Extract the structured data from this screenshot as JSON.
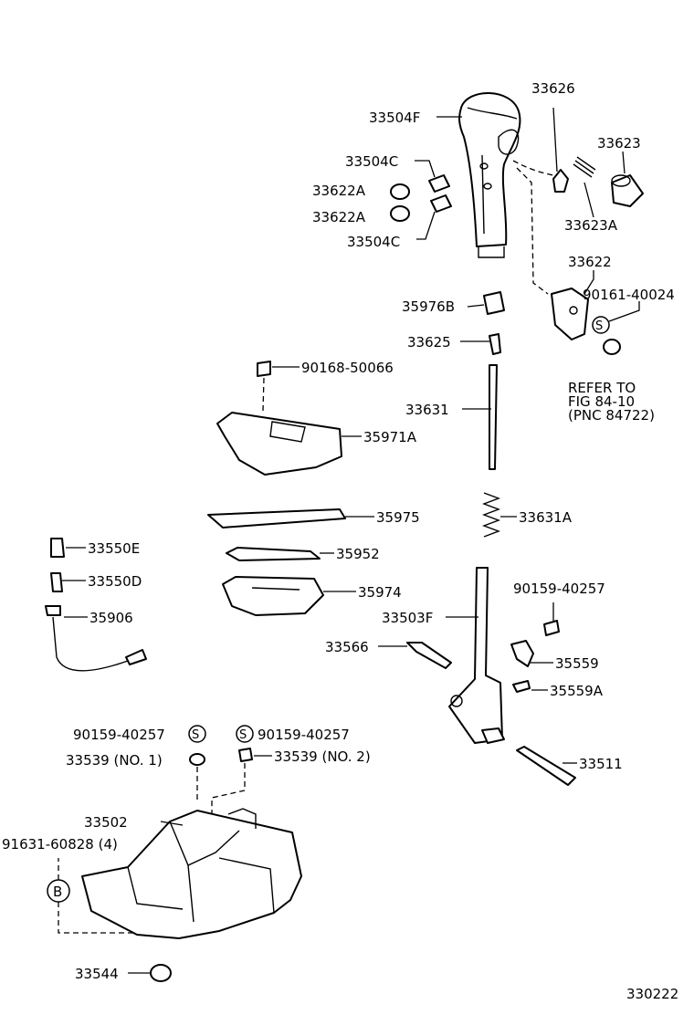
{
  "labels": {
    "p33504F": "33504F",
    "p33626": "33626",
    "p33623": "33623",
    "p33504C_a": "33504C",
    "p33622A_a": "33622A",
    "p33622A_b": "33622A",
    "p33504C_b": "33504C",
    "p33623A": "33623A",
    "p33622": "33622",
    "p90161": "90161-40024",
    "p35976B": "35976B",
    "p33625": "33625",
    "p90168": "90168-50066",
    "p33631": "33631",
    "p35971A": "35971A",
    "p35975": "35975",
    "p33631A": "33631A",
    "p33550E": "33550E",
    "p35952": "35952",
    "p33550D": "33550D",
    "p35974": "35974",
    "p90159_a": "90159-40257",
    "p33503F": "33503F",
    "p35906": "35906",
    "p33566": "33566",
    "p35559": "35559",
    "p35559A": "35559A",
    "p90159_b": "90159-40257",
    "p90159_c": "90159-40257",
    "p33539_1": "33539 (NO. 1)",
    "p33539_2": "33539 (NO. 2)",
    "p33511": "33511",
    "p33502": "33502",
    "p91631": "91631-60828 (4)",
    "p33544": "33544",
    "refer1": "REFER TO",
    "refer2": "FIG 84-10",
    "refer3": "(PNC 84722)",
    "catalog": "330222"
  },
  "marks": {
    "s": "S",
    "b": "B"
  }
}
